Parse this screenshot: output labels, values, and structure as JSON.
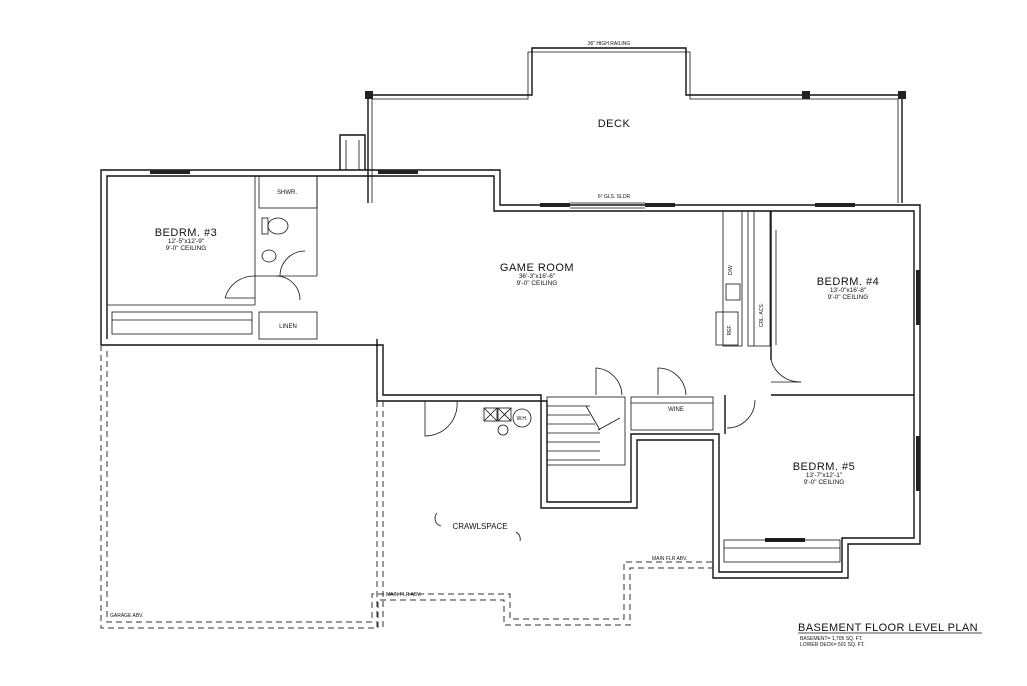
{
  "title": "BASEMENT FLOOR LEVEL PLAN",
  "area_lines": [
    "BASEMENT= 1,705 SQ. FT.",
    "LOWER DECK= 501 SQ. FT."
  ],
  "rooms": {
    "deck": {
      "name": "DECK"
    },
    "railing": {
      "label": "36\" HIGH RAILING"
    },
    "slider": {
      "label": "6° GLS. SLDR"
    },
    "game_room": {
      "name": "GAME ROOM",
      "size": "36'-3\"x16'-6\"",
      "ceiling": "9'-0\" CEILING"
    },
    "bedrm3": {
      "name": "BEDRM. #3",
      "size": "12'-5\"x12'-9\"",
      "ceiling": "9'-0\" CEILING"
    },
    "bedrm4": {
      "name": "BEDRM. #4",
      "size": "13'-0\"x16'-8\"",
      "ceiling": "9'-0\" CEILING"
    },
    "bedrm5": {
      "name": "BEDRM. #5",
      "size": "13'-7\"x12'-1\"",
      "ceiling": "9'-0\" CEILING"
    },
    "shower": {
      "label": "SHWR."
    },
    "linen": {
      "label": "LINEN"
    },
    "wine": {
      "label": "WINE"
    },
    "dw": {
      "label": "D/W"
    },
    "ref": {
      "label": "REF."
    },
    "cab": {
      "label": "CRL. ACS."
    },
    "wh": {
      "label": "W.H."
    },
    "crawlspace": {
      "label": "CRAWLSPACE"
    },
    "garage": {
      "label": "GARAGE ABV."
    },
    "main_flr_1": {
      "label": "MAIN FLR ABV."
    },
    "main_flr_2": {
      "label": "MAIN FLR ABV."
    }
  }
}
